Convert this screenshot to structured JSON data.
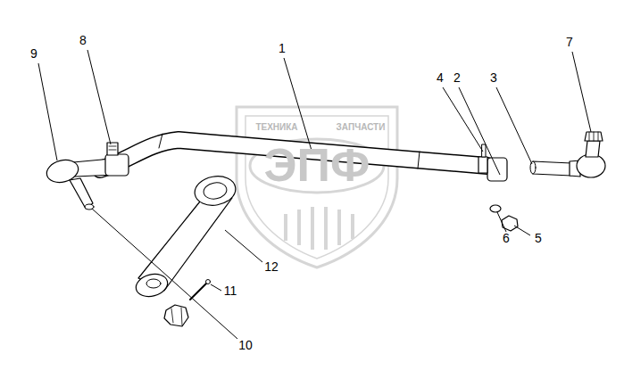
{
  "diagram": {
    "labels": [
      "1",
      "2",
      "3",
      "4",
      "5",
      "6",
      "7",
      "8",
      "9",
      "10",
      "11",
      "12",
      "ТЕХНИКА",
      "ЗАПЧАСТИ",
      "ЭПФ"
    ]
  }
}
